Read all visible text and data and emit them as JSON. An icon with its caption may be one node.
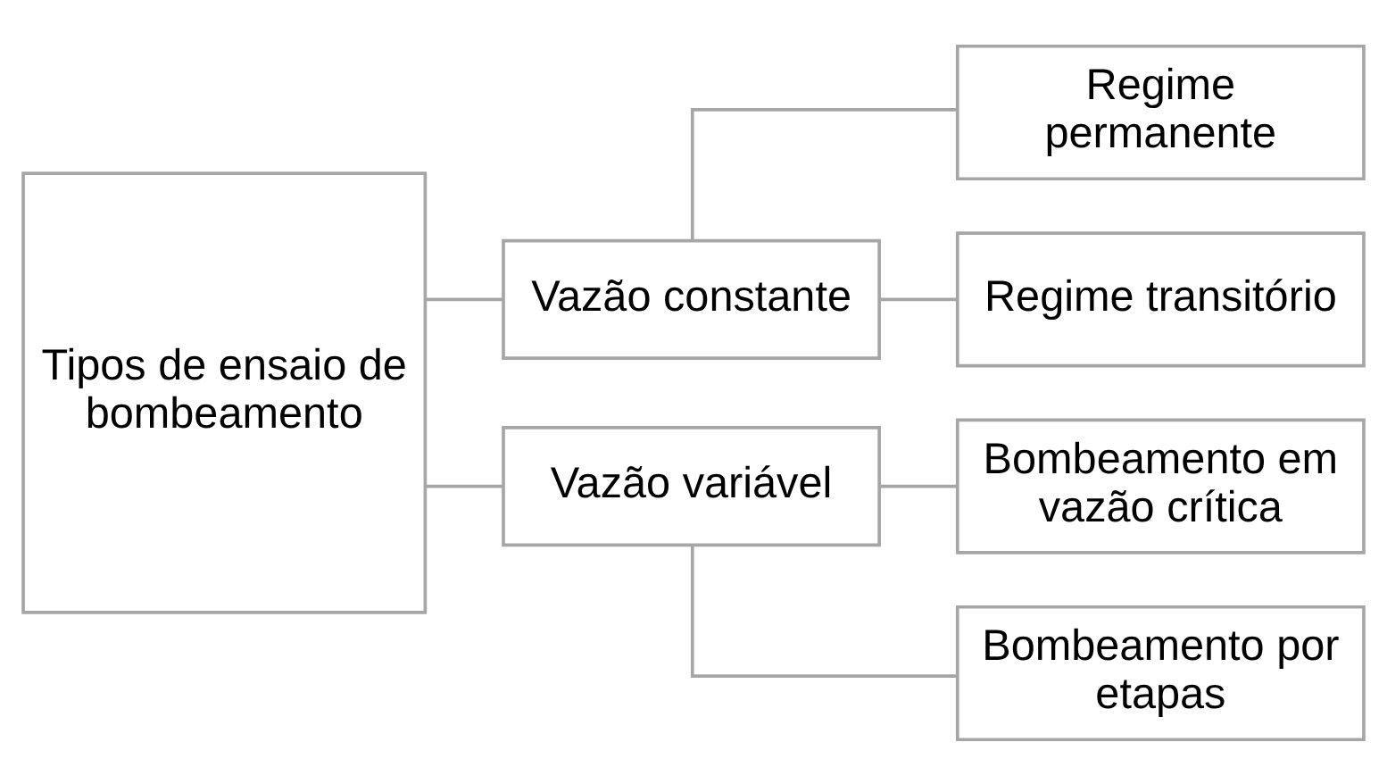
{
  "diagram": {
    "nodes": [
      {
        "text": [
          "Tipos de ensaio de bombeamento"
        ]
      },
      {
        "text": [
          "Vazão constante"
        ]
      },
      {
        "text": [
          "Regime permanente"
        ]
      },
      {
        "text": [
          "Regime transitório"
        ]
      },
      {
        "text": [
          "Vazão variável"
        ]
      },
      {
        "text": [
          "Bombeamento em vazão crítica"
        ]
      },
      {
        "text": [
          "Bombeamento por etapas"
        ]
      }
    ],
    "edges": [
      {
        "from": 0,
        "to": 1,
        "arrow": "none"
      },
      {
        "from": 0,
        "to": 4,
        "arrow": "none"
      },
      {
        "from": 1,
        "to": 2,
        "arrow": "none"
      },
      {
        "from": 1,
        "to": 3,
        "arrow": "none"
      },
      {
        "from": 4,
        "to": 5,
        "arrow": "none"
      },
      {
        "from": 4,
        "to": 6,
        "arrow": "none"
      }
    ]
  }
}
